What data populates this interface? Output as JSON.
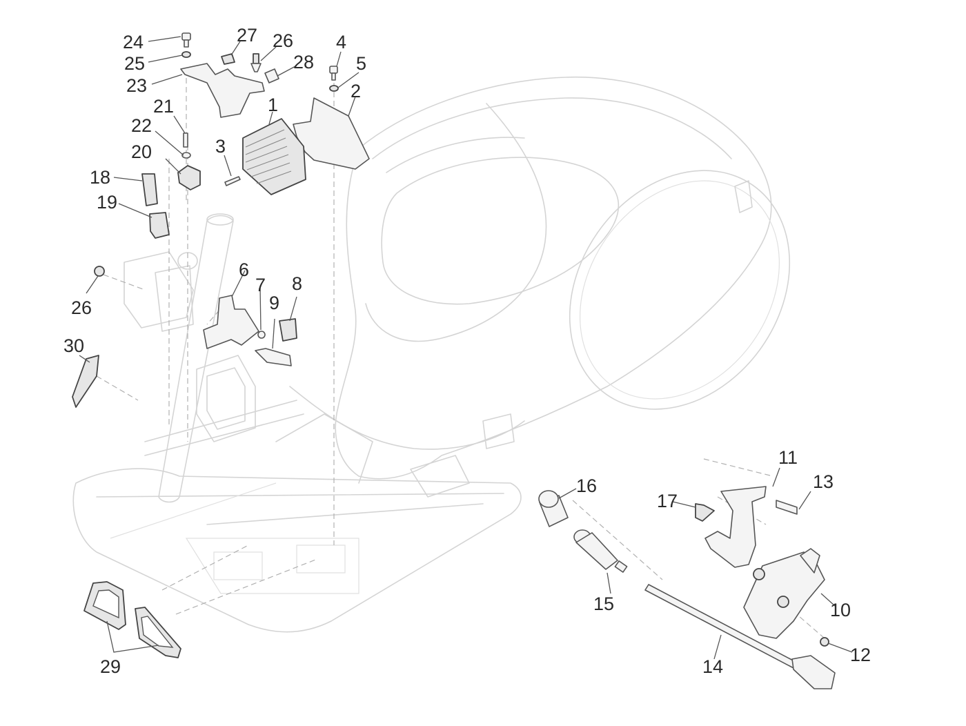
{
  "diagram": {
    "type": "exploded-parts-diagram",
    "subject": "scooter frame body with electrical components",
    "line_color": "#555555",
    "frame_color": "#d4d4d4",
    "text_color": "#2a2a2a"
  },
  "callouts": [
    {
      "id": "c24",
      "label": "24"
    },
    {
      "id": "c25",
      "label": "25"
    },
    {
      "id": "c23",
      "label": "23"
    },
    {
      "id": "c27",
      "label": "27"
    },
    {
      "id": "c26a",
      "label": "26"
    },
    {
      "id": "c28",
      "label": "28"
    },
    {
      "id": "c4",
      "label": "4"
    },
    {
      "id": "c5",
      "label": "5"
    },
    {
      "id": "c2",
      "label": "2"
    },
    {
      "id": "c1",
      "label": "1"
    },
    {
      "id": "c21",
      "label": "21"
    },
    {
      "id": "c22",
      "label": "22"
    },
    {
      "id": "c20",
      "label": "20"
    },
    {
      "id": "c3",
      "label": "3"
    },
    {
      "id": "c18",
      "label": "18"
    },
    {
      "id": "c19",
      "label": "19"
    },
    {
      "id": "c26b",
      "label": "26"
    },
    {
      "id": "c6",
      "label": "6"
    },
    {
      "id": "c7",
      "label": "7"
    },
    {
      "id": "c8",
      "label": "8"
    },
    {
      "id": "c9",
      "label": "9"
    },
    {
      "id": "c30",
      "label": "30"
    },
    {
      "id": "c29",
      "label": "29"
    },
    {
      "id": "c16",
      "label": "16"
    },
    {
      "id": "c15",
      "label": "15"
    },
    {
      "id": "c11",
      "label": "11"
    },
    {
      "id": "c13",
      "label": "13"
    },
    {
      "id": "c17",
      "label": "17"
    },
    {
      "id": "c10",
      "label": "10"
    },
    {
      "id": "c12",
      "label": "12"
    },
    {
      "id": "c14",
      "label": "14"
    }
  ]
}
